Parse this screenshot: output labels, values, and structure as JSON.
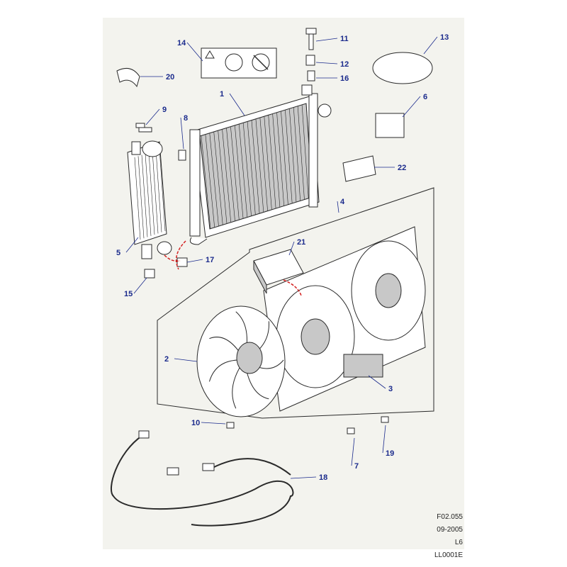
{
  "colors": {
    "background": "#f3f3ee",
    "outline": "#2a2a2a",
    "callout": "#1a2a8c",
    "callout_leader": "#1a2a8c",
    "hose_red": "#d42020",
    "part_fill": "#ffffff",
    "part_shade": "#c8c8c8"
  },
  "callouts": [
    "1",
    "2",
    "3",
    "4",
    "5",
    "6",
    "7",
    "8",
    "9",
    "10",
    "11",
    "12",
    "13",
    "14",
    "15",
    "16",
    "17",
    "18",
    "19",
    "20",
    "21",
    "22"
  ],
  "footer": {
    "figure_number": "F02.055",
    "date": "09-2005",
    "model": "L6",
    "reference": "LL0001E"
  },
  "icons": [
    "warning-label-icon",
    "radiator-icon",
    "intercooler-icon",
    "fan-shroud-icon",
    "fan-blade-icon",
    "wiring-harness-icon",
    "fan-control-module-icon",
    "bolt-icon",
    "clip-icon",
    "bracket-icon"
  ]
}
